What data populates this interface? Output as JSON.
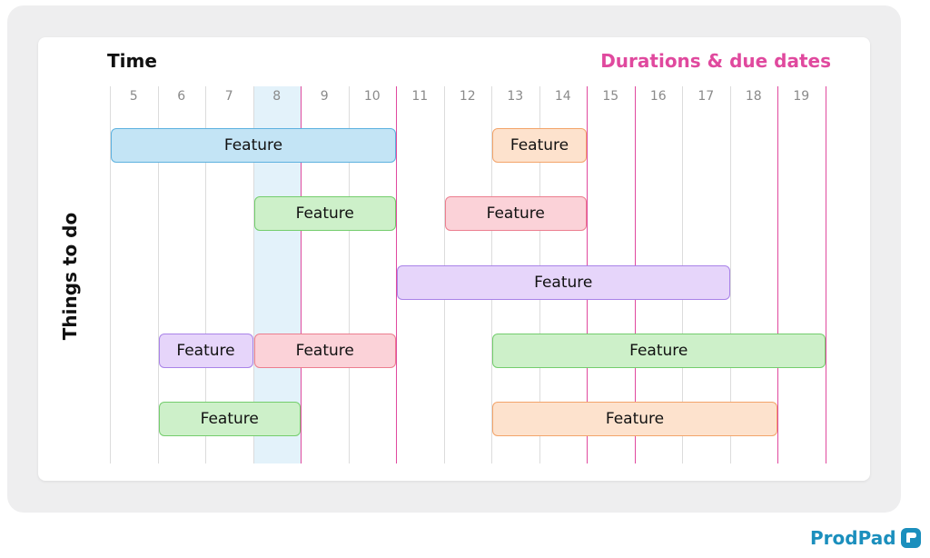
{
  "header": {
    "time_label": "Time",
    "durations_label": "Durations & due dates"
  },
  "y_axis_label": "Things to do",
  "chart_data": {
    "type": "gantt",
    "ticks": [
      "5",
      "6",
      "7",
      "8",
      "9",
      "10",
      "11",
      "12",
      "13",
      "14",
      "15",
      "16",
      "17",
      "18",
      "19"
    ],
    "highlight_column": "8",
    "due_date_lines": [
      8,
      10,
      14,
      15,
      18,
      19
    ],
    "tasks": [
      {
        "label": "Feature",
        "row": 1,
        "start": 5,
        "end": 10,
        "color": "blue"
      },
      {
        "label": "Feature",
        "row": 1,
        "start": 13,
        "end": 14,
        "color": "orange"
      },
      {
        "label": "Feature",
        "row": 2,
        "start": 8,
        "end": 10,
        "color": "green"
      },
      {
        "label": "Feature",
        "row": 2,
        "start": 12,
        "end": 14,
        "color": "red"
      },
      {
        "label": "Feature",
        "row": 3,
        "start": 11,
        "end": 17,
        "color": "purple"
      },
      {
        "label": "Feature",
        "row": 4,
        "start": 6,
        "end": 7,
        "color": "purple"
      },
      {
        "label": "Feature",
        "row": 4,
        "start": 8,
        "end": 10,
        "color": "red"
      },
      {
        "label": "Feature",
        "row": 4,
        "start": 13,
        "end": 19,
        "color": "green"
      },
      {
        "label": "Feature",
        "row": 5,
        "start": 6,
        "end": 8,
        "color": "green"
      },
      {
        "label": "Feature",
        "row": 5,
        "start": 13,
        "end": 18,
        "color": "orange"
      }
    ]
  },
  "colors": {
    "blue": {
      "fill": "#c3e4f5",
      "border": "#5db1df"
    },
    "orange": {
      "fill": "#fde2cd",
      "border": "#f3a46a"
    },
    "green": {
      "fill": "#cdf0c9",
      "border": "#74cd6d"
    },
    "red": {
      "fill": "#fbd2d8",
      "border": "#ec7e8f"
    },
    "purple": {
      "fill": "#e6d5fa",
      "border": "#a983e8"
    },
    "due_line": "#e0499e",
    "highlight": "#e3f2fa"
  },
  "brand": {
    "name": "ProdPad"
  }
}
